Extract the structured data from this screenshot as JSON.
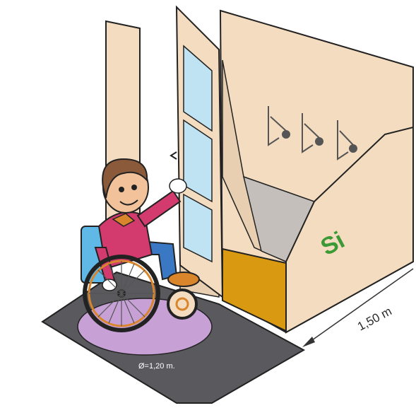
{
  "labels": {
    "verdict": "Si",
    "width_dimension": "1,50 m",
    "turning_diameter": "Ø=1,20 m."
  },
  "colors": {
    "wall": "#f4dcc0",
    "outline": "#222222",
    "floor": "#5a5a5e",
    "turning_circle": "#c7a0d6",
    "glass": "#bfe3f2",
    "kickplate": "#d99a12",
    "verdict_text": "#3b9a35",
    "inner_wall": "#c4bfbb"
  }
}
